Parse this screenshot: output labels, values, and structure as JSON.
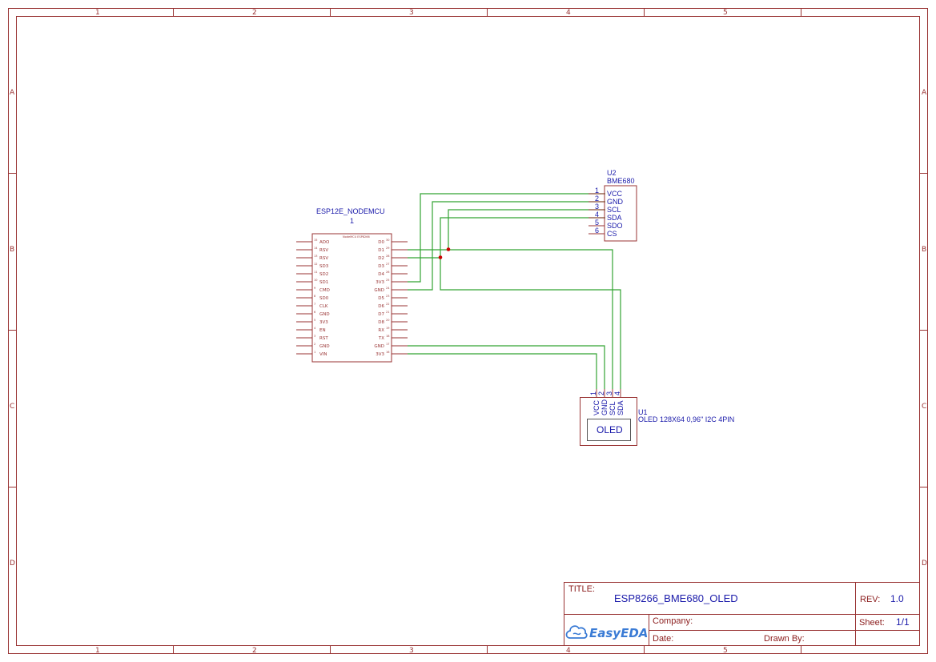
{
  "frame": {
    "columns": [
      "1",
      "2",
      "3",
      "4",
      "5"
    ],
    "rows": [
      "A",
      "B",
      "C",
      "D"
    ]
  },
  "title_block": {
    "title_label": "TITLE:",
    "title_value": "ESP8266_BME680_OLED",
    "rev_label": "REV:",
    "rev_value": "1.0",
    "company_label": "Company:",
    "sheet_label": "Sheet:",
    "sheet_value": "1/1",
    "date_label": "Date:",
    "drawn_by_label": "Drawn By:",
    "logo_text": "EasyEDA"
  },
  "components": {
    "mcu": {
      "name": "ESP12E_NODEMCU",
      "designator": "1",
      "body_text": "NodeMCU ESP8266",
      "left_pins": [
        {
          "num": "15",
          "name": "ADO"
        },
        {
          "num": "14",
          "name": "RSV"
        },
        {
          "num": "13",
          "name": "RSV"
        },
        {
          "num": "12",
          "name": "SD3"
        },
        {
          "num": "11",
          "name": "SD2"
        },
        {
          "num": "10",
          "name": "SD1"
        },
        {
          "num": "9",
          "name": "CMD"
        },
        {
          "num": "8",
          "name": "SD0"
        },
        {
          "num": "7",
          "name": "CLK"
        },
        {
          "num": "6",
          "name": "GND"
        },
        {
          "num": "5",
          "name": "3V3"
        },
        {
          "num": "4",
          "name": "EN"
        },
        {
          "num": "3",
          "name": "RST"
        },
        {
          "num": "2",
          "name": "GND"
        },
        {
          "num": "1",
          "name": "VIN"
        }
      ],
      "right_pins": [
        {
          "num": "30",
          "name": "D0"
        },
        {
          "num": "29",
          "name": "D1"
        },
        {
          "num": "28",
          "name": "D2"
        },
        {
          "num": "27",
          "name": "D3"
        },
        {
          "num": "26",
          "name": "D4"
        },
        {
          "num": "25",
          "name": "3V3"
        },
        {
          "num": "24",
          "name": "GND"
        },
        {
          "num": "23",
          "name": "D5"
        },
        {
          "num": "22",
          "name": "D6"
        },
        {
          "num": "21",
          "name": "D7"
        },
        {
          "num": "20",
          "name": "D8"
        },
        {
          "num": "19",
          "name": "RX"
        },
        {
          "num": "18",
          "name": "TX"
        },
        {
          "num": "17",
          "name": "GND"
        },
        {
          "num": "16",
          "name": "3V3"
        }
      ]
    },
    "bme680": {
      "designator": "U2",
      "name": "BME680",
      "pins": [
        {
          "num": "1",
          "name": "VCC"
        },
        {
          "num": "2",
          "name": "GND"
        },
        {
          "num": "3",
          "name": "SCL"
        },
        {
          "num": "4",
          "name": "SDA"
        },
        {
          "num": "5",
          "name": "SDO"
        },
        {
          "num": "6",
          "name": "CS"
        }
      ]
    },
    "oled": {
      "designator": "U1",
      "name": "OLED 128X64 0,96\" I2C 4PIN",
      "body_text": "OLED",
      "pins": [
        {
          "num": "1",
          "name": "VCC"
        },
        {
          "num": "2",
          "name": "GND"
        },
        {
          "num": "3",
          "name": "SCL"
        },
        {
          "num": "4",
          "name": "SDA"
        }
      ]
    }
  },
  "colors": {
    "frame": "#993333",
    "wire": "#33a333",
    "junction": "#cc0000",
    "text": "#1a1aaa"
  }
}
